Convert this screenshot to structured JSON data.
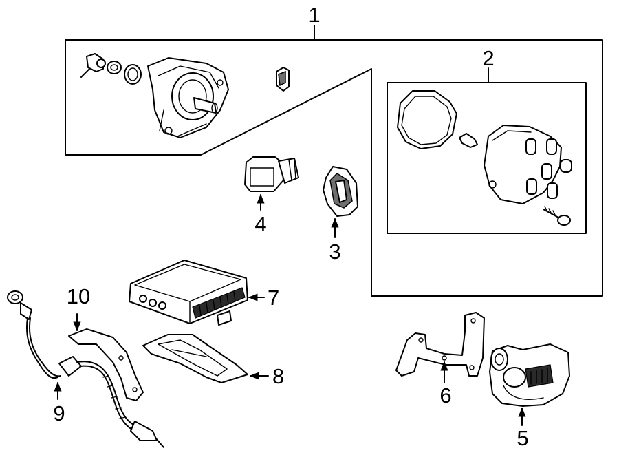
{
  "diagram": {
    "callouts": [
      {
        "id": "1",
        "text": "1"
      },
      {
        "id": "2",
        "text": "2"
      },
      {
        "id": "3",
        "text": "3"
      },
      {
        "id": "4",
        "text": "4"
      },
      {
        "id": "5",
        "text": "5"
      },
      {
        "id": "6",
        "text": "6"
      },
      {
        "id": "7",
        "text": "7"
      },
      {
        "id": "8",
        "text": "8"
      },
      {
        "id": "9",
        "text": "9"
      },
      {
        "id": "10",
        "text": "10"
      }
    ],
    "colors": {
      "line": "#000000",
      "background": "#ffffff",
      "shade": "#6f6f6f"
    }
  }
}
